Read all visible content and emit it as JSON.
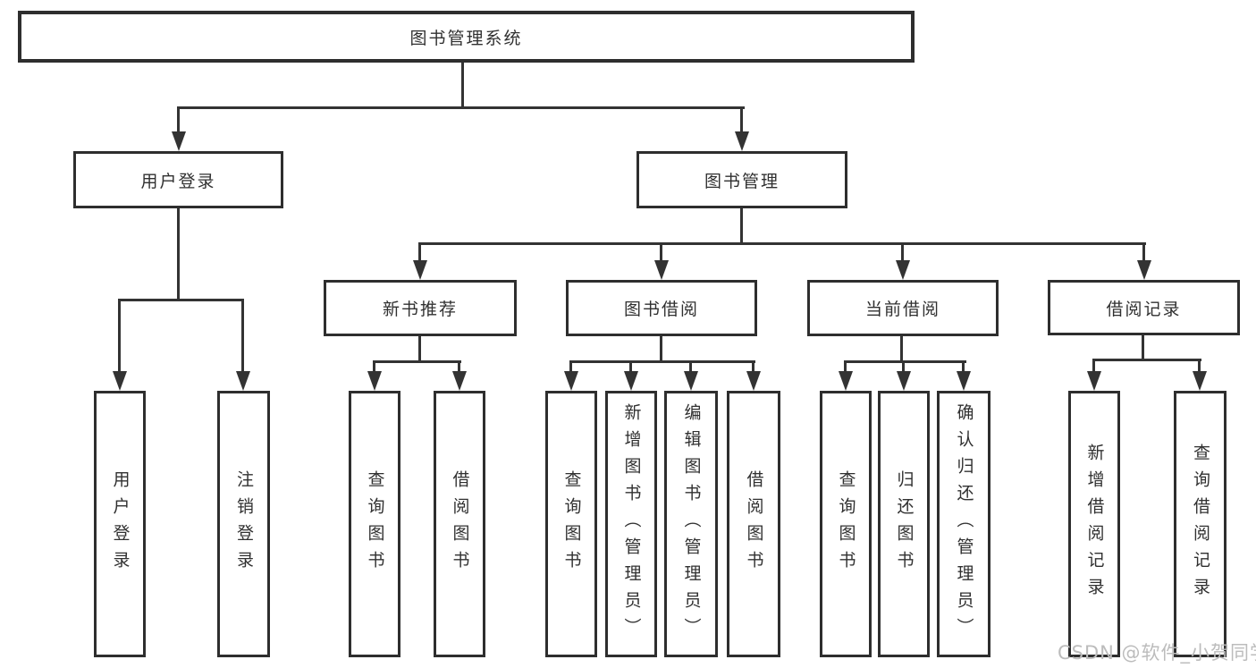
{
  "tree": {
    "label": "图书管理系统",
    "children": [
      {
        "label": "用户登录",
        "children": [
          {
            "label": "用户登录"
          },
          {
            "label": "注销登录"
          }
        ]
      },
      {
        "label": "图书管理",
        "children": [
          {
            "label": "新书推荐",
            "children": [
              {
                "label": "查询图书"
              },
              {
                "label": "借阅图书"
              }
            ]
          },
          {
            "label": "图书借阅",
            "children": [
              {
                "label": "查询图书"
              },
              {
                "label": "新增图书（管理员）"
              },
              {
                "label": "编辑图书（管理员）"
              },
              {
                "label": "借阅图书"
              }
            ]
          },
          {
            "label": "当前借阅",
            "children": [
              {
                "label": "查询图书"
              },
              {
                "label": "归还图书"
              },
              {
                "label": "确认归还（管理员）"
              }
            ]
          },
          {
            "label": "借阅记录",
            "children": [
              {
                "label": "新增借阅记录"
              },
              {
                "label": "查询借阅记录"
              }
            ]
          }
        ]
      }
    ]
  },
  "watermark": "CSDN @软件_小贺同学",
  "colors": {
    "line": "#333333",
    "box_border": "#2e2e2e",
    "text": "#303030",
    "watermark": "#bcbcbc",
    "background": "#ffffff"
  }
}
